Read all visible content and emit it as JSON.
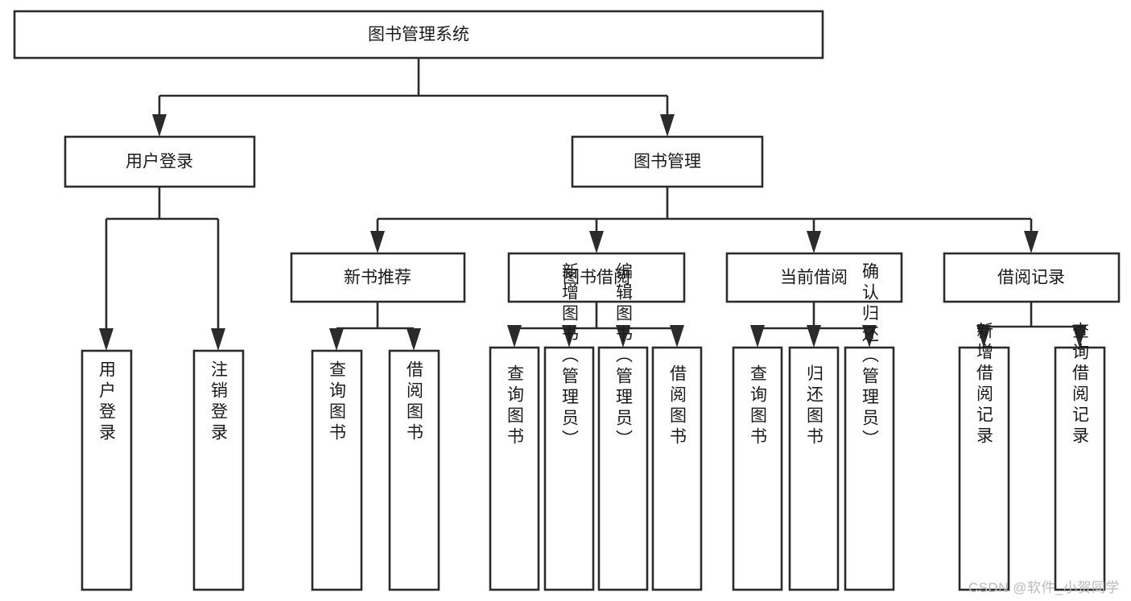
{
  "diagram": {
    "type": "tree",
    "title": "图书管理系统",
    "orientation": "top-down",
    "colors": {
      "box_fill": "#ffffff",
      "box_stroke": "#2b2b2b",
      "text": "#1a1a1a",
      "background": "#ffffff",
      "watermark": "#b9b9b9"
    },
    "levels": {
      "root": "图书管理系统",
      "level2": [
        "用户登录",
        "图书管理"
      ],
      "level3": [
        "新书推荐",
        "图书借阅",
        "当前借阅",
        "借阅记录"
      ]
    },
    "nodes": {
      "root": {
        "label": "图书管理系统"
      },
      "user_login": {
        "label": "用户登录"
      },
      "book_manage": {
        "label": "图书管理"
      },
      "new_book_rec": {
        "label": "新书推荐"
      },
      "book_borrow": {
        "label": "图书借阅"
      },
      "current_borrow": {
        "label": "当前借阅"
      },
      "borrow_record": {
        "label": "借阅记录"
      }
    },
    "leaves": {
      "user_login": [
        {
          "label": "用户登录"
        },
        {
          "label": "注销登录"
        }
      ],
      "new_book_rec": [
        {
          "label": "查询图书"
        },
        {
          "label": "借阅图书"
        }
      ],
      "book_borrow": [
        {
          "label": "查询图书"
        },
        {
          "label": "新增图书（管理员）"
        },
        {
          "label": "编辑图书（管理员）"
        },
        {
          "label": "借阅图书"
        }
      ],
      "current_borrow": [
        {
          "label": "查询图书"
        },
        {
          "label": "归还图书"
        },
        {
          "label": "确认归还（管理员）"
        }
      ],
      "borrow_record": [
        {
          "label": "新增借阅记录"
        },
        {
          "label": "查询借阅记录"
        }
      ]
    }
  },
  "watermark": {
    "text": "CSDN @软件_小贺同学"
  }
}
